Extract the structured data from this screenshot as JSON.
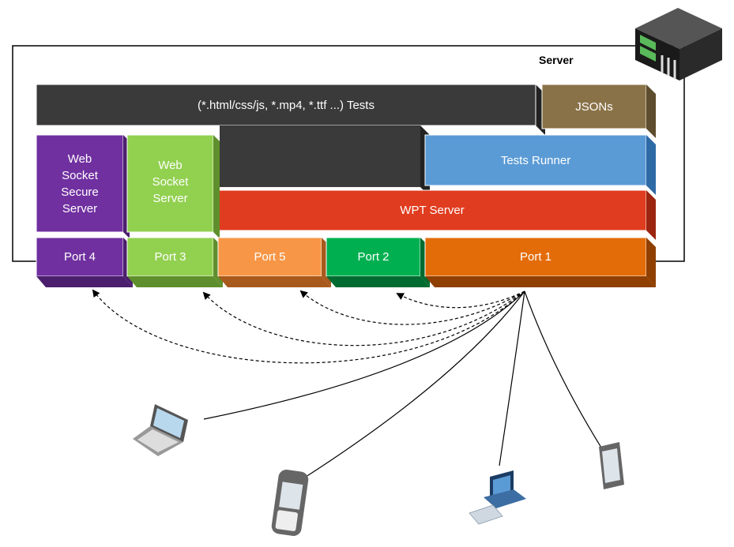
{
  "server": {
    "label": "Server"
  },
  "blocks": {
    "tests": "(*.html/css/js, *.mp4, *.ttf ...) Tests",
    "jsons": "JSONs",
    "tests_runner": "Tests Runner",
    "wpt_server": "WPT Server",
    "ws_secure": [
      "Web",
      "Socket",
      "Secure",
      "Server"
    ],
    "ws": [
      "Web",
      "Socket",
      "Server"
    ]
  },
  "ports": {
    "port4": "Port 4",
    "port3": "Port 3",
    "port5": "Port 5",
    "port2": "Port 2",
    "port1": "Port 1"
  },
  "colors": {
    "tests": "#3a3a3a",
    "jsons": "#8a7248",
    "tests_runner": "#5b9bd5",
    "wpt_server": "#e03c1f",
    "ws_secure": "#7030a0",
    "ws": "#92d050",
    "port4": "#7030a0",
    "port3": "#92d050",
    "port5": "#f79646",
    "port2": "#00b050",
    "port1": "#e36c09"
  },
  "clients": [
    "laptop-icon",
    "phone-icon",
    "desktop-computer-icon",
    "tablet-icon"
  ]
}
